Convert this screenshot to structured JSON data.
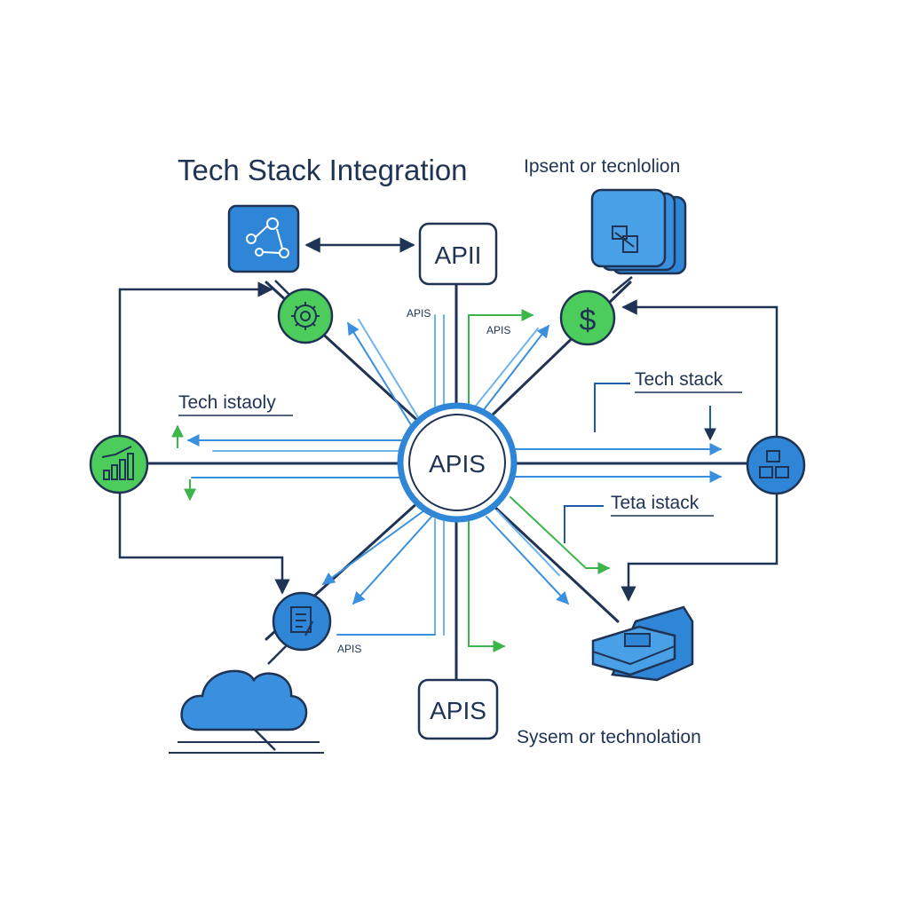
{
  "title": "Tech Stack Integration",
  "subtitle": "Ipsent or tecnlolion",
  "hub_label": "APIS",
  "box_top_label": "APII",
  "box_bottom_label": "APIS",
  "small_label_1": "APIS",
  "small_label_2": "APIS",
  "small_label_3": "APIS",
  "note_left": "Tech istaoly",
  "note_right_top": "Tech stack",
  "note_right_mid": "Teta istack",
  "caption_bottom": "Sysem or technolation",
  "colors": {
    "navy": "#1f3354",
    "blue": "#2f86d6",
    "light_blue": "#4aa0e6",
    "green": "#4ccc5a",
    "green_arrow": "#3cb54a"
  },
  "icons": {
    "top_left": "network-nodes-icon",
    "gear": "gear-icon",
    "dollar": "dollar-icon",
    "stack_top_right": "server-stack-icon",
    "chart": "bar-chart-icon",
    "blocks": "blocks-icon",
    "document": "document-icon",
    "cloud": "cloud-icon",
    "hardware": "hardware-module-icon"
  }
}
